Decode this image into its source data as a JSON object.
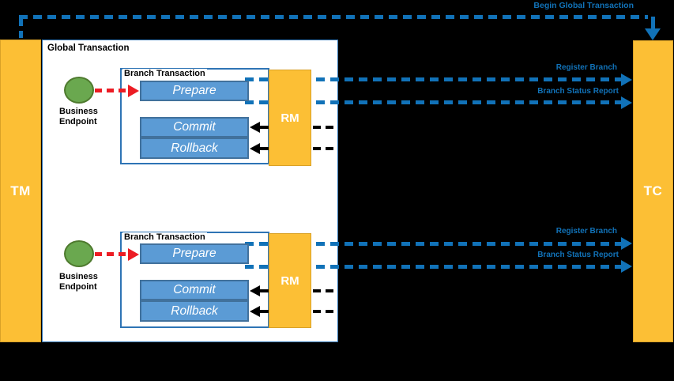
{
  "colors": {
    "bg": "#000000",
    "orange": "#FCBF35",
    "orangeBorder": "#D9A127",
    "blueFill": "#5B9BD5",
    "blueBorder": "#41719C",
    "frame": "#2E74B5",
    "lineBlue": "#1172B8",
    "red": "#EC1C24",
    "green": "#6AA84F",
    "greenBorder": "#4E7A2E"
  },
  "actors": {
    "tm": "TM",
    "tc": "TC"
  },
  "global_transaction": {
    "label": "Global Transaction"
  },
  "messages": {
    "begin_global_transaction": "Begin Global Transaction"
  },
  "branches": [
    {
      "label": "Branch Transaction",
      "resource_manager": "RM",
      "business_endpoint": {
        "line1": "Business",
        "line2": "Endpoint"
      },
      "steps": {
        "prepare": "Prepare",
        "commit": "Commit",
        "rollback": "Rollback"
      },
      "messages": {
        "register_branch": "Register Branch",
        "branch_status_report": "Branch Status Report"
      }
    },
    {
      "label": "Branch Transaction",
      "resource_manager": "RM",
      "business_endpoint": {
        "line1": "Business",
        "line2": "Endpoint"
      },
      "steps": {
        "prepare": "Prepare",
        "commit": "Commit",
        "rollback": "Rollback"
      },
      "messages": {
        "register_branch": "Register Branch",
        "branch_status_report": "Branch Status Report"
      }
    }
  ]
}
